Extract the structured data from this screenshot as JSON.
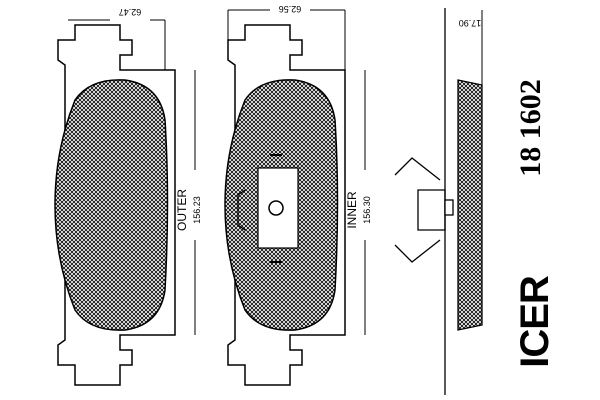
{
  "dimensions": {
    "outer_width": "62.47",
    "inner_width": "62.56",
    "thickness": "17.90",
    "outer_length": "156.23",
    "inner_length": "156.30"
  },
  "labels": {
    "outer": "OUTER",
    "inner": "INNER"
  },
  "part_number": "18 1602",
  "brand": "ICER",
  "colors": {
    "line": "#000000",
    "background": "#ffffff"
  }
}
